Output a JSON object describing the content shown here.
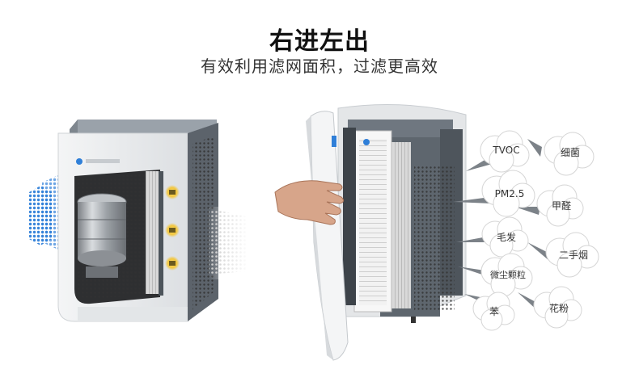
{
  "header": {
    "title": "右进左出",
    "subtitle": "有效利用滤网面积，过滤更高效"
  },
  "pollutants": [
    {
      "id": "tvoc",
      "label": "TVOC"
    },
    {
      "id": "bacteria",
      "label": "细菌"
    },
    {
      "id": "pm25",
      "label": "PM2.5"
    },
    {
      "id": "formaldehyde",
      "label": "甲醛"
    },
    {
      "id": "hair",
      "label": "毛发"
    },
    {
      "id": "smoke",
      "label": "二手烟"
    },
    {
      "id": "dust",
      "label": "微尘颗粒"
    },
    {
      "id": "benzene",
      "label": "苯"
    },
    {
      "id": "pollen",
      "label": "花粉"
    }
  ],
  "colors": {
    "airflow": "#2f7fd8",
    "housing": "#e6e8ea",
    "frame": "#7d8690",
    "filter_glow": "#f3c63a"
  }
}
